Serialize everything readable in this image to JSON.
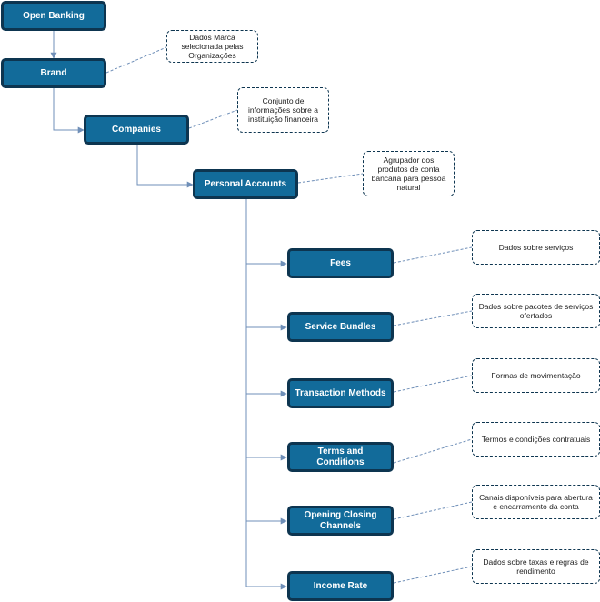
{
  "nodes": {
    "open_banking": "Open Banking",
    "brand": "Brand",
    "companies": "Companies",
    "personal_accounts": "Personal Accounts",
    "fees": "Fees",
    "service_bundles": "Service Bundles",
    "transaction_methods": "Transaction Methods",
    "terms_and_conditions": "Terms and Conditions",
    "opening_closing_channels": "Opening Closing Channels",
    "income_rate": "Income Rate"
  },
  "notes": {
    "brand": "Dados Marca selecionada pelas Organizações",
    "companies": "Conjunto de informações sobre a instituição financeira",
    "personal_accounts": "Agrupador dos produtos de conta bancária para pessoa natural",
    "fees": "Dados sobre serviços",
    "service_bundles": "Dados sobre pacotes de serviços ofertados",
    "transaction_methods": "Formas de movimentação",
    "terms_and_conditions": "Termos e condições contratuais",
    "opening_closing_channels": "Canais disponíveis para abertura e encarramento da conta",
    "income_rate": "Dados sobre taxas e regras de rendimento"
  },
  "colors": {
    "box_fill": "#126b9a",
    "box_border": "#0d3550",
    "connector": "#6f8fb8",
    "note_border": "#0d3550"
  }
}
